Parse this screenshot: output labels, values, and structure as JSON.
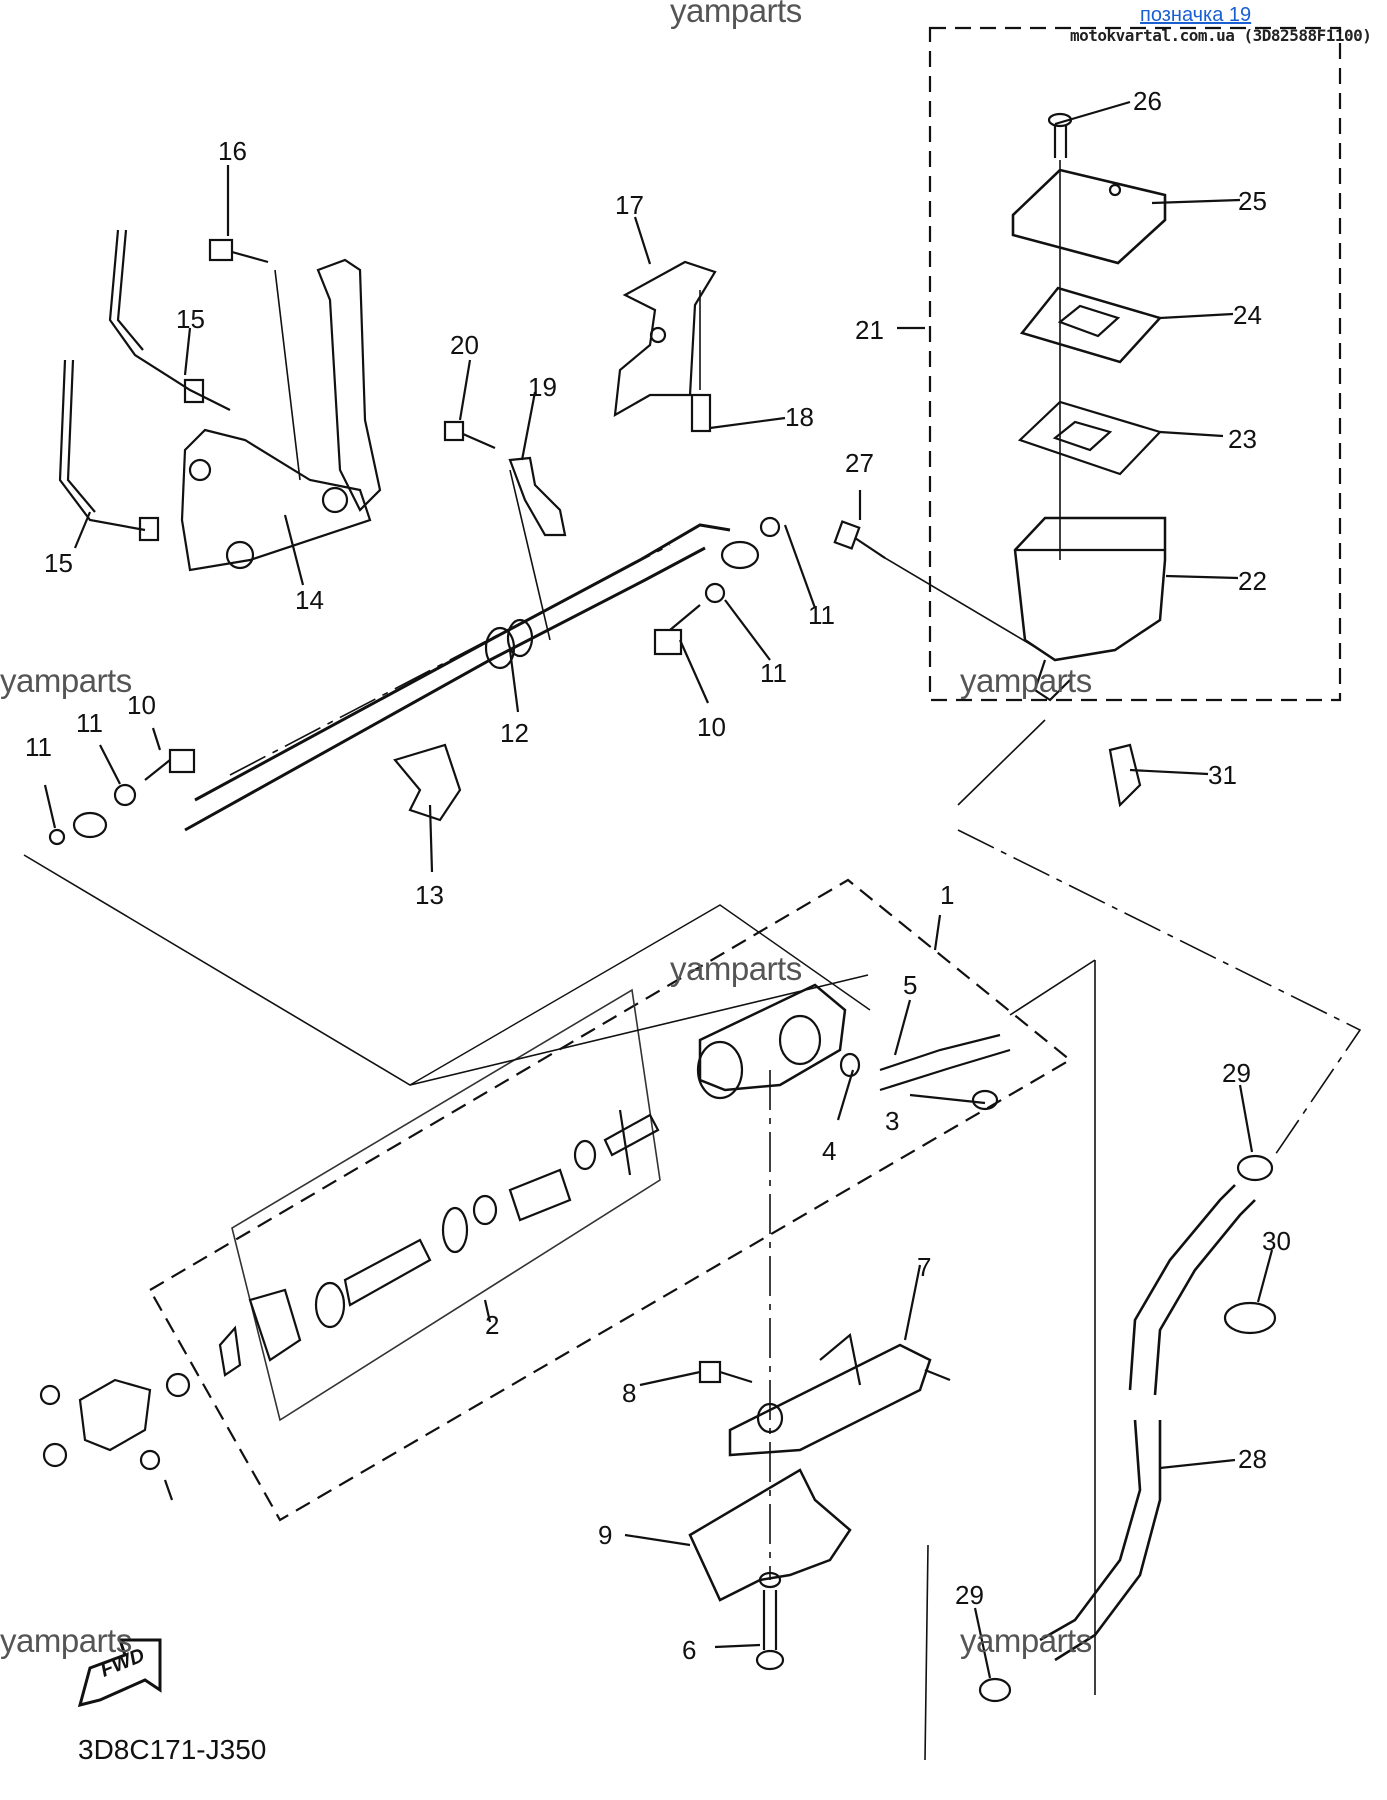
{
  "header": {
    "link_text": "позначка 19",
    "site_code": "motokvartal.com.ua (3D82588F1100)"
  },
  "watermark": "yamparts",
  "fwd_label": "FWD",
  "diagram_code": "3D8C171-J350",
  "part_labels": [
    "1",
    "2",
    "3",
    "4",
    "5",
    "6",
    "7",
    "8",
    "9",
    "10",
    "10",
    "11",
    "11",
    "11",
    "11",
    "12",
    "13",
    "14",
    "15",
    "15",
    "16",
    "17",
    "18",
    "19",
    "20",
    "21",
    "22",
    "23",
    "24",
    "25",
    "26",
    "27",
    "28",
    "29",
    "29",
    "30",
    "31"
  ]
}
